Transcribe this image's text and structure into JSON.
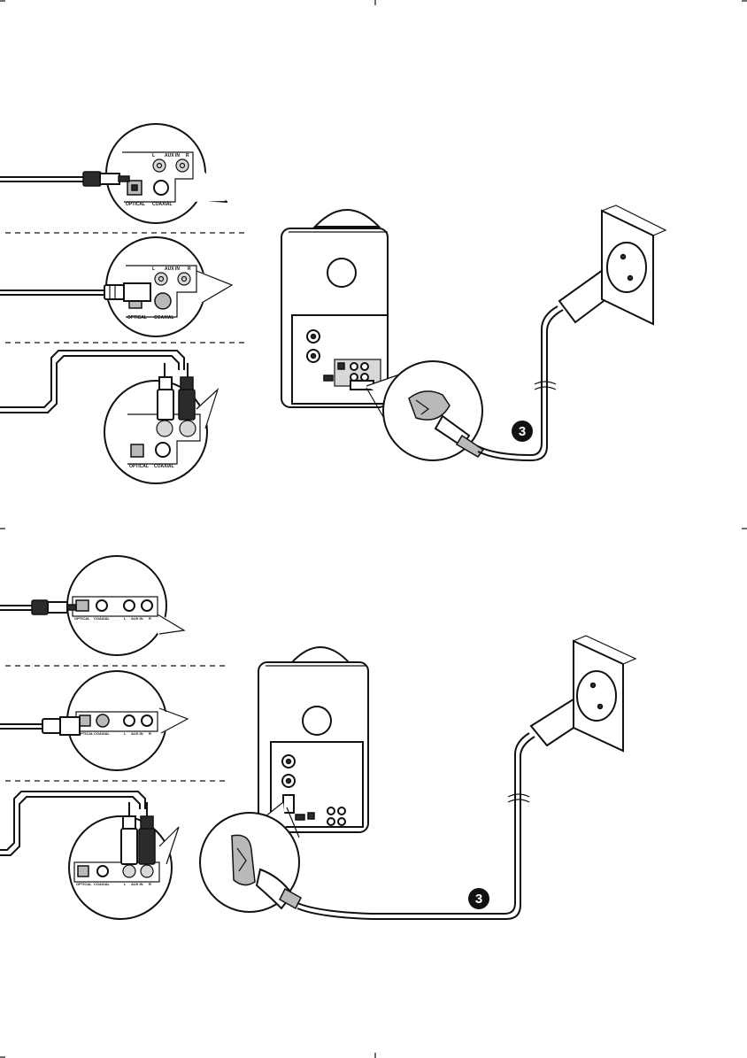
{
  "panel": {
    "label_l": "L",
    "label_aux_in": "AUX IN",
    "label_r": "R",
    "label_optical": "OPTICAL",
    "label_coaxial": "COAXIAL"
  },
  "step_number": "3",
  "colors": {
    "line": "#111111",
    "connector_grey": "#b9b9b9",
    "connector_dark": "#2b2b2b",
    "background": "#ffffff"
  },
  "icons": [
    "optical-plug-icon",
    "coaxial-plug-icon",
    "rca-plug-icon",
    "power-plug-icon",
    "wall-socket-icon",
    "speaker-icon"
  ]
}
